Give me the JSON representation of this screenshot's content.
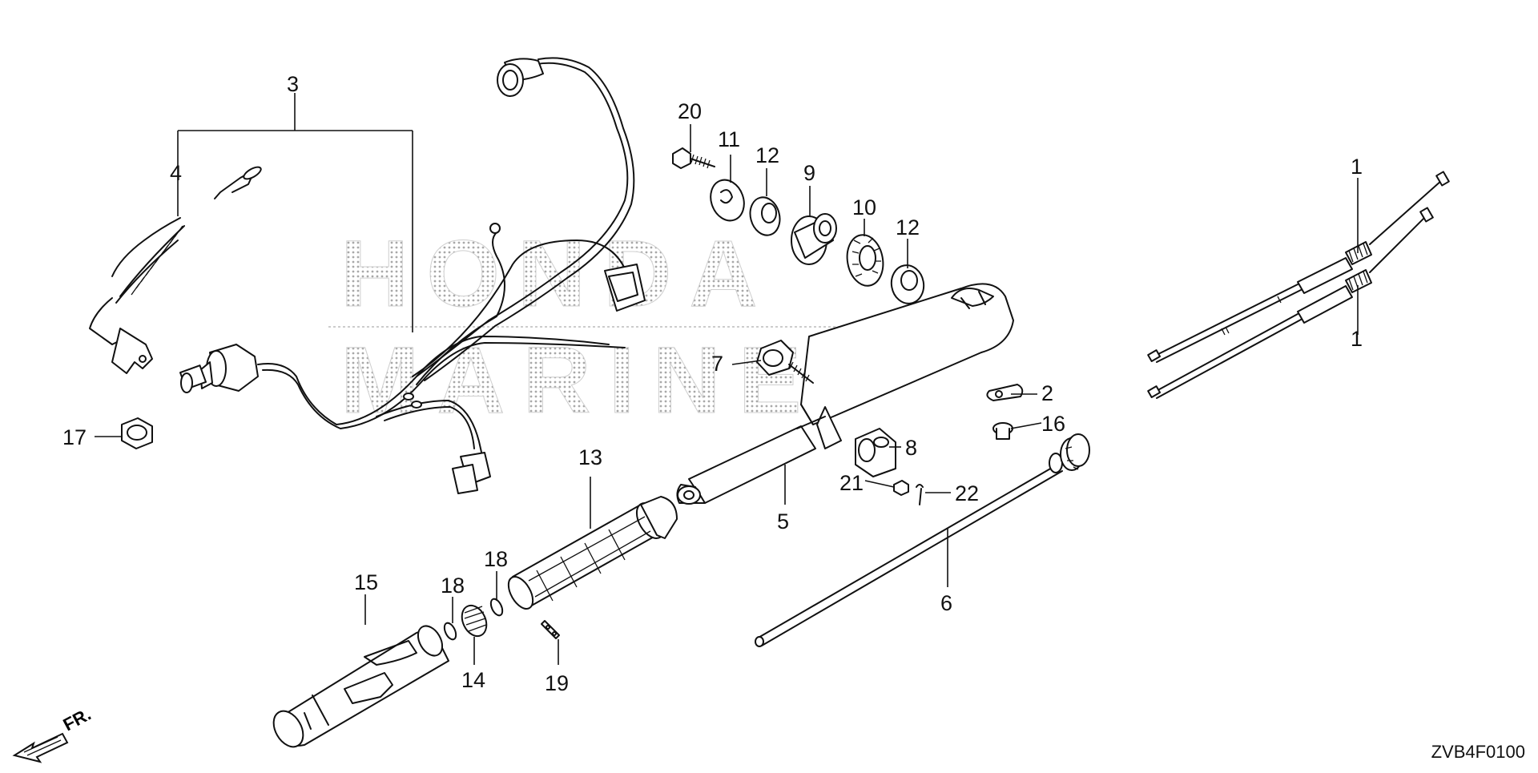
{
  "diagram": {
    "code": "ZVB4F0100",
    "watermark_line1": "HONDA",
    "watermark_line2": "MARINE",
    "front_indicator": "FR.",
    "callouts": {
      "c1a": "1",
      "c1b": "1",
      "c2": "2",
      "c3": "3",
      "c4": "4",
      "c5": "5",
      "c6": "6",
      "c7": "7",
      "c8": "8",
      "c9": "9",
      "c10": "10",
      "c11": "11",
      "c12a": "12",
      "c12b": "12",
      "c13": "13",
      "c14": "14",
      "c15": "15",
      "c16": "16",
      "c17": "17",
      "c18a": "18",
      "c18b": "18",
      "c19": "19",
      "c20": "20",
      "c21": "21",
      "c22": "22"
    }
  }
}
